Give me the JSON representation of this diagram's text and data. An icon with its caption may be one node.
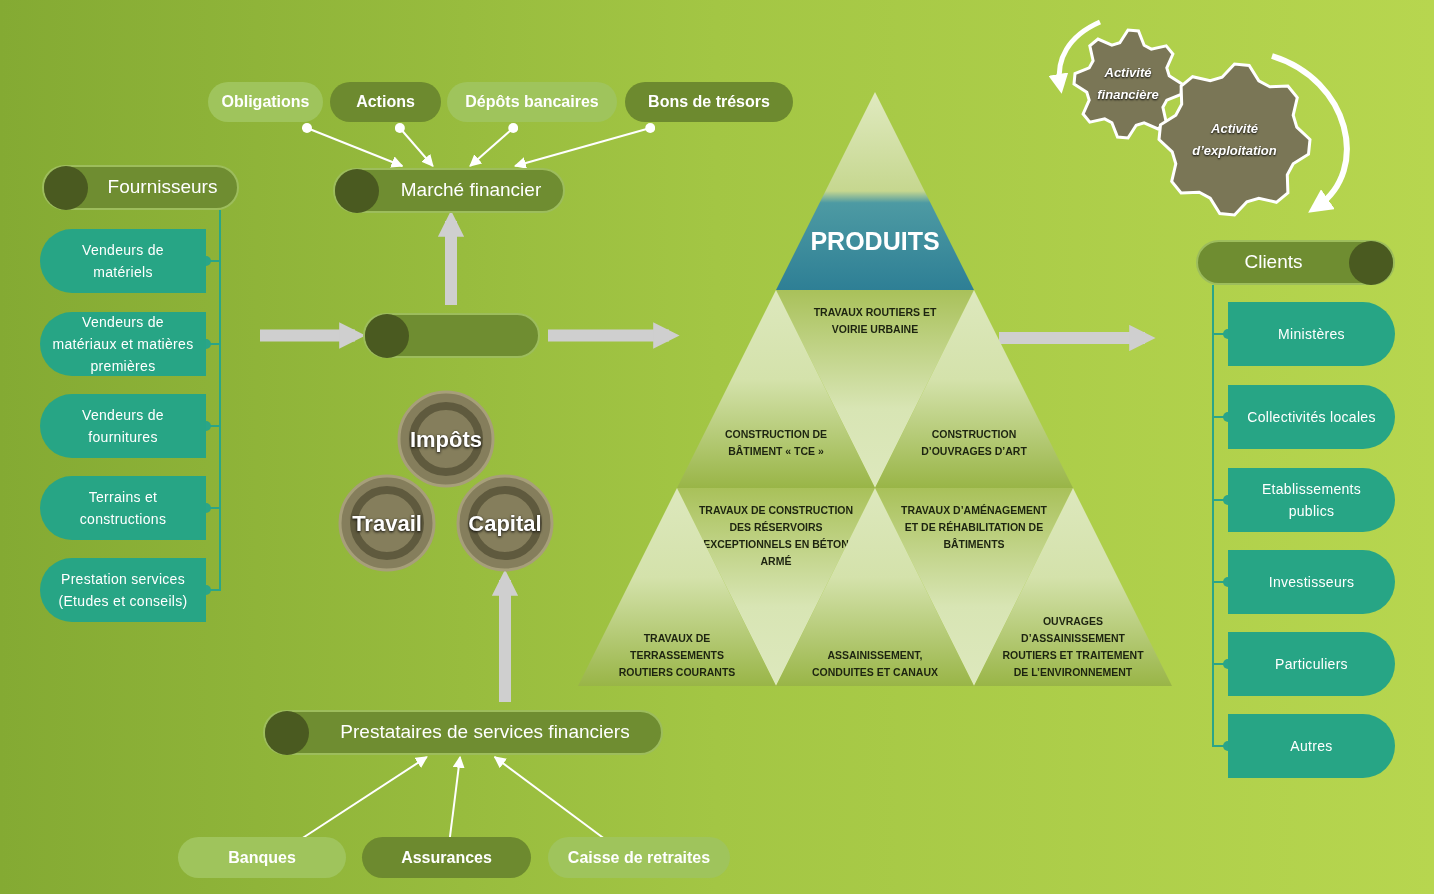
{
  "diagram": {
    "nodes": [
      {
        "text": [
          "Obligations"
        ]
      },
      {
        "text": [
          "Actions"
        ]
      },
      {
        "text": [
          "Dépôts bancaires"
        ]
      },
      {
        "text": [
          "Bons de trésors"
        ]
      },
      {
        "text": [
          "Marché financier"
        ]
      },
      {
        "text": [
          "Fournisseurs"
        ]
      },
      {
        "text": [
          "Vendeurs de matériels"
        ]
      },
      {
        "text": [
          "Vendeurs de matériaux et matières premières"
        ]
      },
      {
        "text": [
          "Vendeurs de fournitures"
        ]
      },
      {
        "text": [
          "Terrains et constructions"
        ]
      },
      {
        "text": [
          "Prestation services (Etudes et conseils)"
        ]
      },
      {
        "text": [],
        "shape": "box"
      },
      {
        "text": [
          "Impôts"
        ]
      },
      {
        "text": [
          "Travail"
        ]
      },
      {
        "text": [
          "Capital"
        ]
      },
      {
        "text": [
          "PRODUITS"
        ]
      },
      {
        "text": [
          "TRAVAUX ROUTIERS ET VOIRIE URBAINE"
        ]
      },
      {
        "text": [
          "CONSTRUCTION DE BÂTIMENT « TCE »"
        ]
      },
      {
        "text": [
          "CONSTRUCTION D’OUVRAGES D’ART"
        ]
      },
      {
        "text": [
          "TRAVAUX DE CONSTRUCTION DES RÉSERVOIRS EXCEPTIONNELS EN BÉTON ARMÉ"
        ]
      },
      {
        "text": [
          "TRAVAUX D’AMÉNAGEMENT ET DE RÉHABILITATION DE BÂTIMENTS"
        ]
      },
      {
        "text": [
          "TRAVAUX DE TERRASSEMENTS ROUTIERS COURANTS"
        ]
      },
      {
        "text": [
          "ASSAINISSEMENT, CONDUITES ET CANAUX"
        ]
      },
      {
        "text": [
          "OUVRAGES D’ASSAINISSEMENT ROUTIERS ET TRAITEMENT DE L’ENVIRONNEMENT"
        ]
      },
      {
        "text": [
          "Activité financière"
        ]
      },
      {
        "text": [
          "Activité d’exploitation"
        ]
      },
      {
        "text": [
          "Clients"
        ]
      },
      {
        "text": [
          "Ministères"
        ]
      },
      {
        "text": [
          "Collectivités locales"
        ]
      },
      {
        "text": [
          "Etablissements publics"
        ]
      },
      {
        "text": [
          "Investisseurs"
        ]
      },
      {
        "text": [
          "Particuliers"
        ]
      },
      {
        "text": [
          "Autres"
        ]
      },
      {
        "text": [
          "Prestataires de services financiers"
        ]
      },
      {
        "text": [
          "Banques"
        ]
      },
      {
        "text": [
          "Assurances"
        ]
      },
      {
        "text": [
          "Caisse de retraites"
        ]
      }
    ],
    "edges": [
      {
        "from": 0,
        "to": 4,
        "arrow": "to",
        "color": "#ffffff"
      },
      {
        "from": 1,
        "to": 4,
        "arrow": "to",
        "color": "#ffffff"
      },
      {
        "from": 2,
        "to": 4,
        "arrow": "to",
        "color": "#ffffff"
      },
      {
        "from": 3,
        "to": 4,
        "arrow": "to",
        "color": "#ffffff"
      },
      {
        "from": 5,
        "to": 6,
        "arrow": "other"
      },
      {
        "from": 5,
        "to": 7,
        "arrow": "other"
      },
      {
        "from": 5,
        "to": 8,
        "arrow": "other"
      },
      {
        "from": 5,
        "to": 9,
        "arrow": "other"
      },
      {
        "from": 5,
        "to": 10,
        "arrow": "other"
      },
      {
        "from": 11,
        "to": 4,
        "arrow": "to",
        "style": "thick",
        "color": "#cfcfcf"
      },
      {
        "from": null,
        "to": 11,
        "arrow": "to",
        "style": "thick",
        "color": "#cfcfcf"
      },
      {
        "from": 11,
        "to": 17,
        "arrow": "to",
        "style": "thick",
        "color": "#cfcfcf"
      },
      {
        "from": 18,
        "to": null,
        "arrow": "to",
        "style": "thick",
        "color": "#cfcfcf"
      },
      {
        "from": 26,
        "to": 27,
        "arrow": "other"
      },
      {
        "from": 26,
        "to": 28,
        "arrow": "other"
      },
      {
        "from": 26,
        "to": 29,
        "arrow": "other"
      },
      {
        "from": 26,
        "to": 30,
        "arrow": "other"
      },
      {
        "from": 26,
        "to": 31,
        "arrow": "other"
      },
      {
        "from": 26,
        "to": 32,
        "arrow": "other"
      },
      {
        "from": 33,
        "to": 14,
        "arrow": "to",
        "style": "thick",
        "color": "#cfcfcf"
      },
      {
        "from": 34,
        "to": 33,
        "arrow": "to",
        "color": "#ffffff"
      },
      {
        "from": 35,
        "to": 33,
        "arrow": "to",
        "color": "#ffffff"
      },
      {
        "from": 36,
        "to": 33,
        "arrow": "to",
        "color": "#ffffff"
      }
    ]
  }
}
